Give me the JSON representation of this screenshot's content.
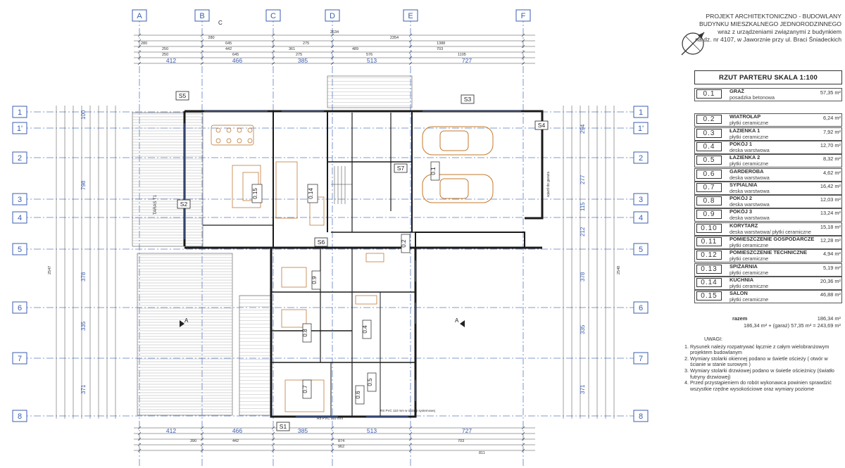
{
  "axes": {
    "columns": [
      "A",
      "B",
      "C",
      "D",
      "E",
      "F"
    ],
    "rows": [
      "1",
      "1'",
      "2",
      "3",
      "4",
      "5",
      "6",
      "7",
      "8"
    ]
  },
  "title_block": {
    "line1": "PROJEKT ARCHITEKTONICZNO - BUDOWLANY",
    "line2": "BUDYNKU MIESZKALNEGO JEDNORODZINNEGO",
    "line3": "wraz z urządzeniami związanymi z budynkiem",
    "line4": "na dz. nr 4107, w Jaworznie przy ul. Braci Śniadeckich"
  },
  "sheet_title": "RZUT PARTERU   SKALA 1:100",
  "rooms": [
    {
      "num": "0.1",
      "name": "GRAŻ",
      "finish": "posadzka betonowa",
      "area": "57,35 m²"
    },
    {
      "num": "0.2",
      "name": "WIATROŁAP",
      "finish": "płytki ceramiczne",
      "area": "6,24 m²"
    },
    {
      "num": "0.3",
      "name": "ŁAZIENKA 1",
      "finish": "płytki ceramiczne",
      "area": "7,92 m²"
    },
    {
      "num": "0.4",
      "name": "POKÓJ 1",
      "finish": "deska warstwowa",
      "area": "12,70 m²"
    },
    {
      "num": "0.5",
      "name": "ŁAZIENKA 2",
      "finish": "płytki ceramiczne",
      "area": "8,32 m²"
    },
    {
      "num": "0.6",
      "name": "GARDEROBA",
      "finish": "deska warstwowa",
      "area": "4,62 m²"
    },
    {
      "num": "0.7",
      "name": "SYPIALNIA",
      "finish": "deska warstwowa",
      "area": "16,42 m²"
    },
    {
      "num": "0.8",
      "name": "POKÓJ 2",
      "finish": "deska warstwowa",
      "area": "12,03 m²"
    },
    {
      "num": "0.9",
      "name": "POKÓJ 3",
      "finish": "deska warstwowa",
      "area": "13,24 m²"
    },
    {
      "num": "0.10",
      "name": "KORYTARZ",
      "finish": "deska warstwowa/ płytki ceramiczne",
      "area": "15,18 m²"
    },
    {
      "num": "0.11",
      "name": "POMIESZCZENIE GOSPODARCZE",
      "finish": "płytki ceramiczne",
      "area": "12,28 m²"
    },
    {
      "num": "0.12",
      "name": "POMIESZCZENIE TECHNICZNE",
      "finish": "płytki ceramiczne",
      "area": "4,94 m²"
    },
    {
      "num": "0.13",
      "name": "SPIŻARNIA",
      "finish": "płytki ceramiczne",
      "area": "5,19 m²"
    },
    {
      "num": "0.14",
      "name": "KUCHNIA",
      "finish": "płytki ceramiczne",
      "area": "20,36 m²"
    },
    {
      "num": "0.15",
      "name": "SALON",
      "finish": "płytki ceramiczne",
      "area": "46,88 m²"
    }
  ],
  "totals": {
    "label": "razem",
    "value": "186,34 m²",
    "sum": "186,34 m² + (garaż)  57,35 m² = 243,69 m²"
  },
  "notes": {
    "heading": "UWAGI:",
    "items": [
      "Rysunek należy rozpatrywać łącznie z całym wielobranżowym projektem budowlanym",
      "Wymiary stolarki okiennej podano w świetle ościeży ( otwór w ścianie w stanie surowym )",
      "Wymiary  stolarki drzwiowej podano w świetle ościeżnicy (światło futryny drzwiowej)",
      "Przed przystąpieniem do robót wykonawca powinien sprawdzić wszystkie rzędne wysokościowe oraz wymiary poziome"
    ]
  },
  "plan_labels": {
    "top_total": "2634",
    "top_dims": [
      "412",
      "466",
      "385",
      "513",
      "727"
    ],
    "bottom_dims": [
      "412",
      "466",
      "385",
      "513",
      "727"
    ],
    "left_total": "2547",
    "right_total": "2548",
    "room_tags": [
      "0.1",
      "0.2",
      "0.4",
      "0.5",
      "0.6",
      "0.7",
      "0.8",
      "0.9",
      "0.14",
      "0.15"
    ],
    "section_tags": [
      "S1",
      "S2",
      "S3",
      "S4",
      "S5",
      "S6",
      "S7"
    ],
    "section_cut": "A",
    "section_cut_c": "C",
    "terrace": "TARAS T1",
    "garage_note": "wjazd do garażu",
    "pipe_note": "RS PVC 110 mm w izolacji systemowej"
  },
  "colors": {
    "axis_blue": "#3a5db0",
    "wall": "#1a1a1a",
    "car": "#c47a2c",
    "furniture": "#b86a1e",
    "text": "#222222"
  }
}
